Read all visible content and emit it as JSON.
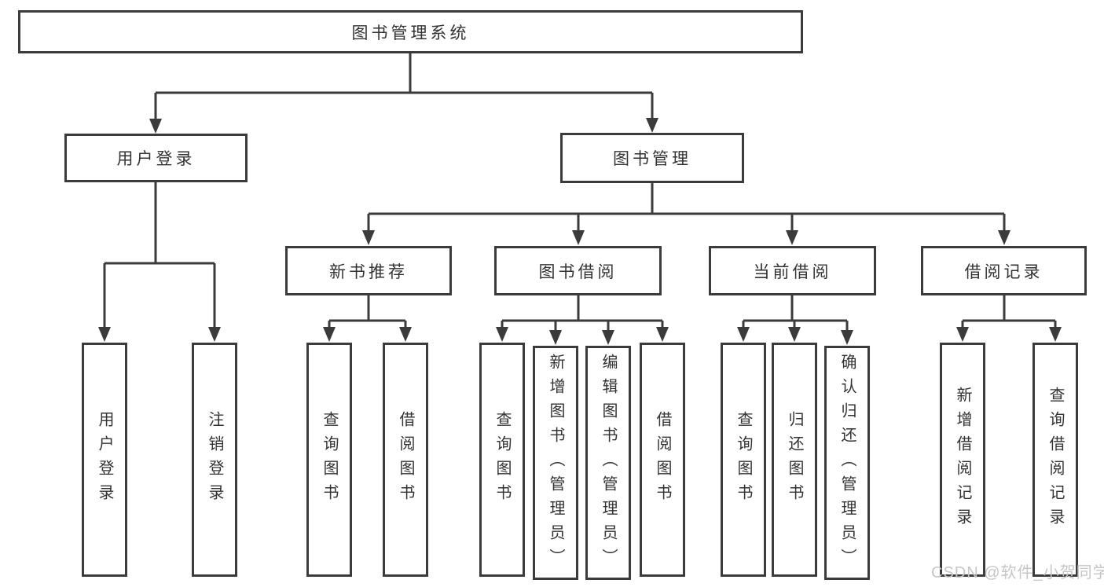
{
  "diagram": {
    "root": {
      "label": "图书管理系统"
    },
    "level1": [
      {
        "label": "用户登录"
      },
      {
        "label": "图书管理"
      }
    ],
    "level2": [
      {
        "label": "新书推荐"
      },
      {
        "label": "图书借阅"
      },
      {
        "label": "当前借阅"
      },
      {
        "label": "借阅记录"
      }
    ],
    "leaves": [
      {
        "label": "用户登录"
      },
      {
        "label": "注销登录"
      },
      {
        "label": "查询图书"
      },
      {
        "label": "借阅图书"
      },
      {
        "label": "查询图书"
      },
      {
        "label": "新增图书（管理员）"
      },
      {
        "label": "编辑图书（管理员）"
      },
      {
        "label": "借阅图书"
      },
      {
        "label": "查询图书"
      },
      {
        "label": "归还图书"
      },
      {
        "label": "确认归还（管理员）"
      },
      {
        "label": "新增借阅记录"
      },
      {
        "label": "查询借阅记录"
      }
    ],
    "watermark": "CSDN @软件_小贺同学",
    "colors": {
      "line": "#3b3b3b",
      "text": "#333333",
      "box_background": "#ffffff",
      "watermark": "#c6c6c6"
    }
  }
}
